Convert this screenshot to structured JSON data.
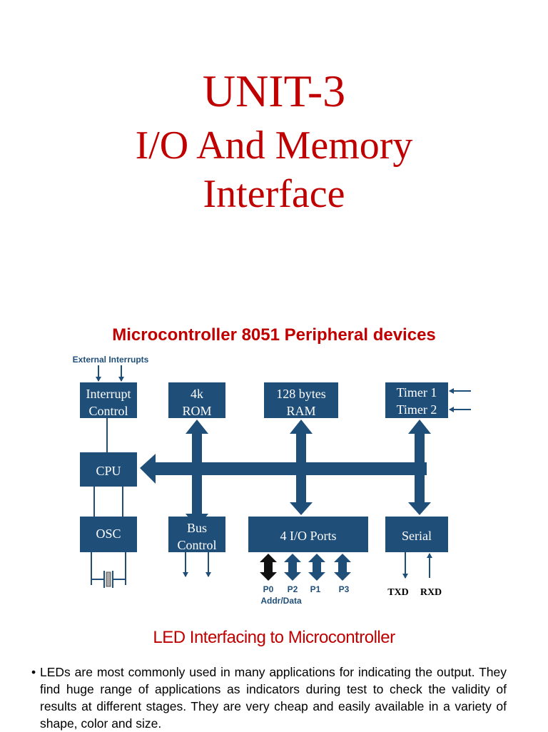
{
  "title": {
    "line1": "UNIT-3",
    "line2": "I/O And Memory",
    "line3": "Interface"
  },
  "diagram": {
    "title": "Microcontroller 8051 Peripheral devices",
    "external_interrupts": "External Interrupts",
    "blocks": {
      "interrupt_control": [
        "Interrupt",
        "Control"
      ],
      "rom": [
        "4k",
        "ROM"
      ],
      "ram": [
        "128 bytes",
        "RAM"
      ],
      "timer": [
        "Timer 1",
        "Timer 2"
      ],
      "cpu": "CPU",
      "osc": "OSC",
      "bus_control": [
        "Bus",
        "Control"
      ],
      "io_ports": "4 I/O Ports",
      "serial": "Serial"
    },
    "ports": [
      "P0",
      "P2",
      "P1",
      "P3"
    ],
    "addr_data": "Addr/Data",
    "txd": "TXD",
    "rxd": "RXD"
  },
  "led_section": {
    "heading": "LED Interfacing to Microcontroller",
    "paragraph": "LEDs are most commonly used in many applications for indicating the output. They find huge range of applications as indicators during test to check the validity of results at different stages. They are very cheap and easily available in a variety of shape, color and size."
  },
  "colors": {
    "title_red": "#c00000",
    "block_blue": "#1f4e79"
  }
}
